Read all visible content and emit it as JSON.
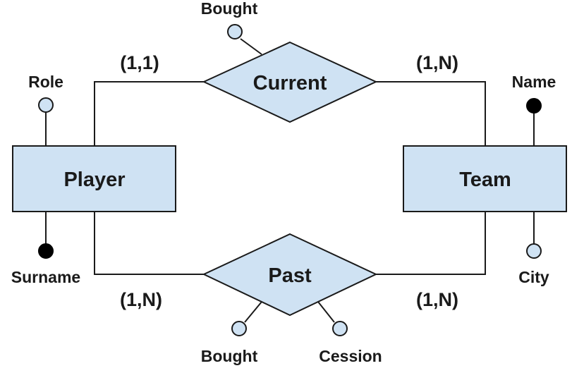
{
  "diagram": {
    "entities": {
      "player": "Player",
      "team": "Team"
    },
    "relationships": {
      "current": "Current",
      "past": "Past"
    },
    "attributes": {
      "role": "Role",
      "surname": "Surname",
      "name": "Name",
      "city": "City",
      "current_bought": "Bought",
      "past_bought": "Bought",
      "cession": "Cession"
    },
    "cardinalities": {
      "player_current": "(1,1)",
      "team_current": "(1,N)",
      "player_past": "(1,N)",
      "team_past": "(1,N)"
    },
    "colors": {
      "fill": "#cfe2f3",
      "stroke": "#1a1a1a",
      "key_fill": "#000000"
    }
  }
}
